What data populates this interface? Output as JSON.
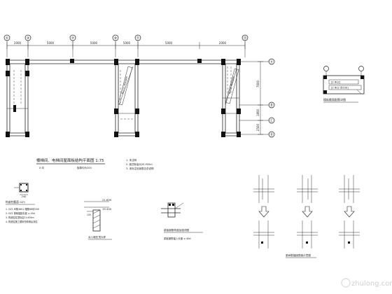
{
  "plan": {
    "axis_top": [
      "①",
      "③",
      "⑦",
      "⑨",
      "⑪",
      "⑬"
    ],
    "dims_top": [
      "2000",
      "5000",
      "5000",
      "5000",
      "5000",
      "2000"
    ],
    "axis_right": [
      "Ⓐ",
      "Ⓑ",
      "Ⓒ",
      "Ⓓ"
    ],
    "dims_right": [
      "7600",
      "1800",
      "2500"
    ],
    "beam_labels": [
      "KL1(1) 300x600",
      "KL1(1) 300x600"
    ],
    "title": "楼梯间、电梯间屋面板结构平面图 1:75",
    "subtitle_left": "X 向",
    "subtitle_right": "板厚均为200",
    "notes": [
      "1. 未注明",
      "2. 板顶标高为20.950m",
      "3. 未标注处板筋见总说明"
    ]
  },
  "section_top_right": {
    "tag_1": "[2 Φ12]",
    "tag_2": "[2 Φ12 @100]",
    "caption": "楼板截面配筋详图"
  },
  "column_detail": {
    "title": "构造柱截面 GZ1",
    "dim": "240",
    "notes": [
      "1. GZ1 纵筋4Φ12 箍筋Φ6@200",
      "2. GZ1 基础锚固长度 ≥ 40d",
      "3. 构造柱柱顶标高21.600m",
      "4. 构造柱施工顺序先砌墙后浇柱"
    ]
  },
  "parapet_detail": {
    "elev_top": "21.600",
    "elev_bottom": "19.400",
    "dim": "120",
    "caption": "女儿墙压顶大样"
  },
  "beam_detail": {
    "caption": "梁板钢筋构造加强详图",
    "note": "梁板钢筋锚入长度 ≥ 40d"
  },
  "rebar_detail": {
    "caption": "梁纵筋锚固搭接示意图"
  },
  "watermark": "zhulong.com"
}
